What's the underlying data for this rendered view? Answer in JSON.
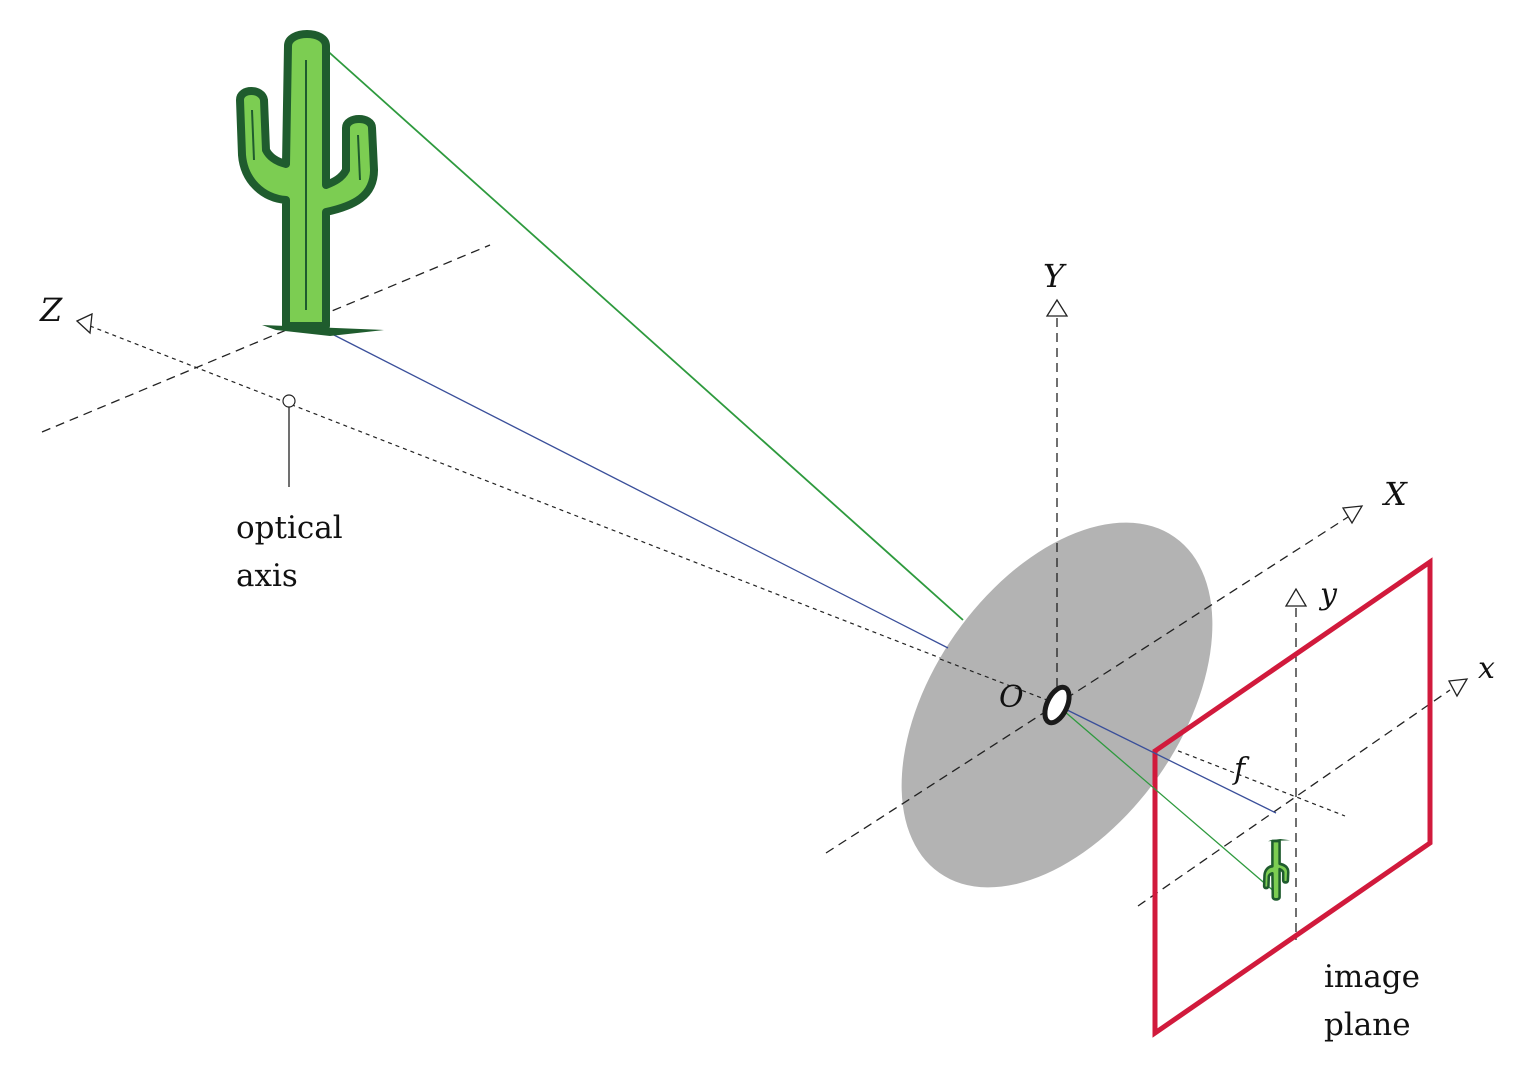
{
  "axes": {
    "world_x": "X",
    "world_y": "Y",
    "world_z": "Z",
    "image_x": "x",
    "image_y": "y"
  },
  "labels": {
    "origin": "O",
    "focal_length": "f",
    "optical_axis_line1": "optical",
    "optical_axis_line2": "axis",
    "image_plane_line1": "image",
    "image_plane_line2": "plane"
  },
  "colors": {
    "lens": "#b3b3b3",
    "image_plane": "#d11a3c",
    "ray_top": "#2e9a3e",
    "ray_base": "#3a4f9a",
    "cactus_fill": "#7ccd52",
    "cactus_outline": "#1f5c2e"
  }
}
